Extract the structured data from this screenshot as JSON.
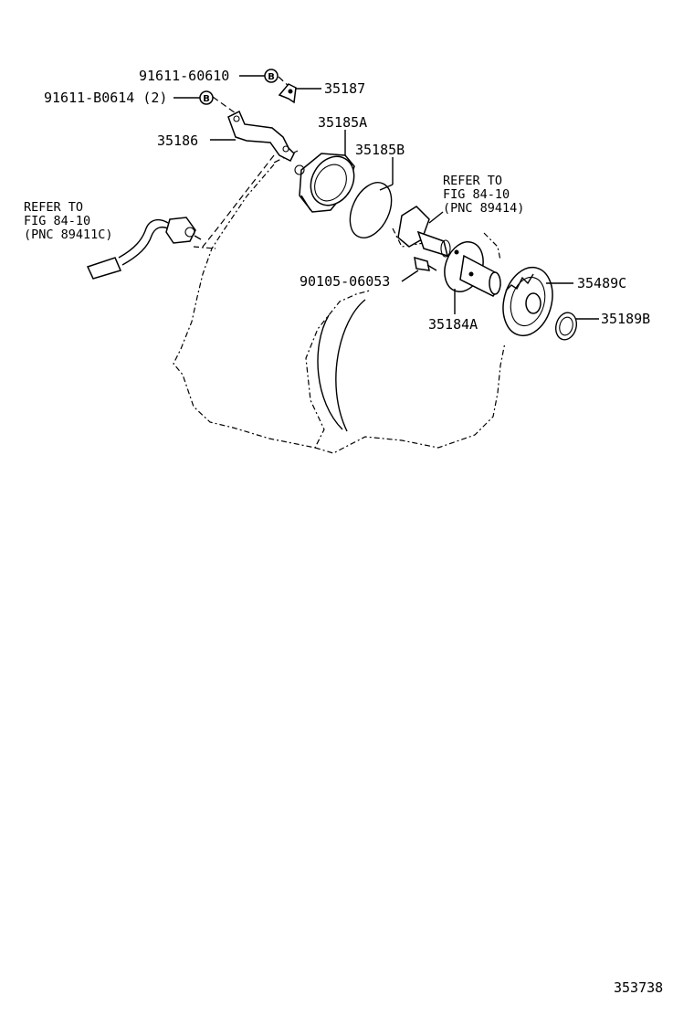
{
  "labels": {
    "p91611_60610": "91611-60610",
    "p91611_b0614": "91611-B0614 (2)",
    "p35187": "35187",
    "p35185a": "35185A",
    "p35186": "35186",
    "p35185b": "35185B",
    "p90105": "90105-06053",
    "p35489c": "35489C",
    "p35184a": "35184A",
    "p35189b": "35189B",
    "figure_number": "353738"
  },
  "bubbles": {
    "b1": "B",
    "b2": "B"
  },
  "refer_left": {
    "line1": "REFER TO",
    "line2": "FIG 84-10",
    "line3": "(PNC 89411C)"
  },
  "refer_right": {
    "line1": "REFER TO",
    "line2": "FIG 84-10",
    "line3": "(PNC 89414)"
  }
}
